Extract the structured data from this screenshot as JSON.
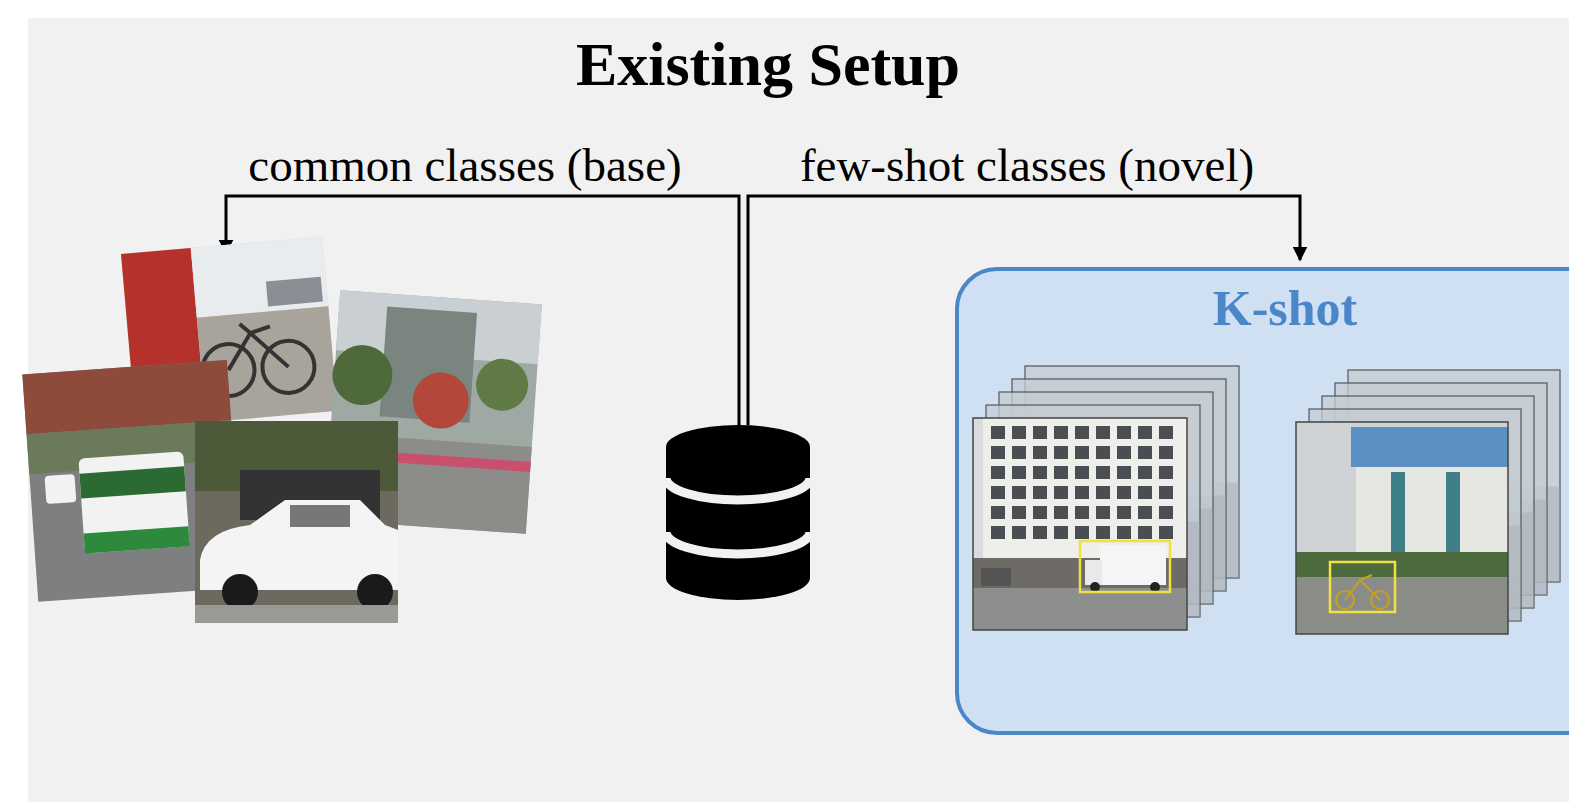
{
  "diagram": {
    "title": "Existing Setup",
    "nodes": [
      {
        "text": [
          "K-shot"
        ]
      }
    ],
    "labels": [
      "common classes (base)",
      "few-shot classes (novel)"
    ]
  }
}
